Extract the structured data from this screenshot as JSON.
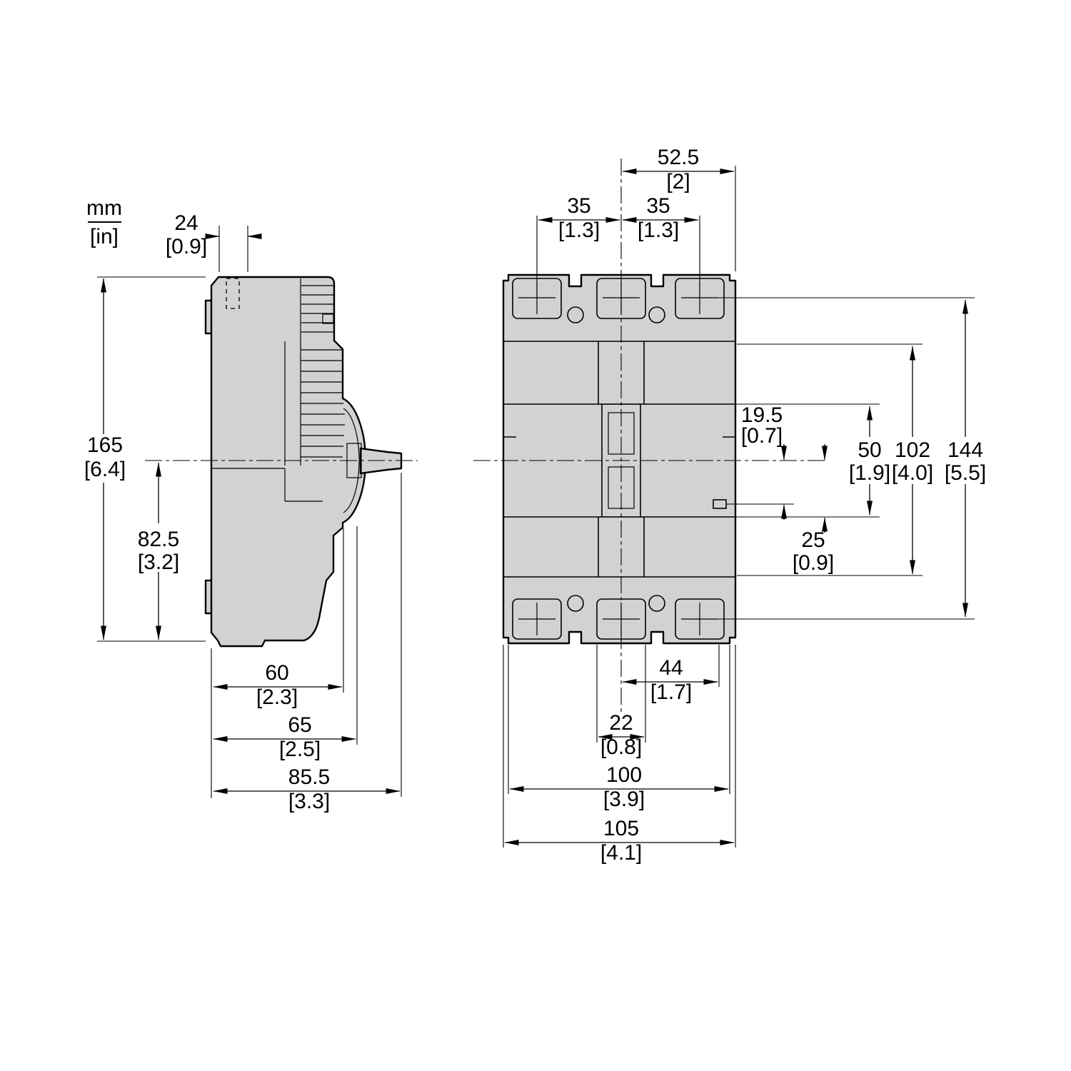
{
  "units": {
    "metric": "mm",
    "imperial": "[in]"
  },
  "colors": {
    "body_fill": "#d2d2d2",
    "line": "#000000",
    "background": "#ffffff"
  },
  "side_view": {
    "top_width": {
      "mm": "24",
      "in": "[0.9]"
    },
    "overall_height": {
      "mm": "165",
      "in": "[6.4]"
    },
    "lower_height": {
      "mm": "82.5",
      "in": "[3.2]"
    },
    "base_depth": {
      "mm": "60",
      "in": "[2.3]"
    },
    "mid_depth": {
      "mm": "65",
      "in": "[2.5]"
    },
    "overall_depth": {
      "mm": "85.5",
      "in": "[3.3]"
    }
  },
  "front_view": {
    "center_to_edge": {
      "mm": "52.5",
      "in": "[2]"
    },
    "pole_pitch_left": {
      "mm": "35",
      "in": "[1.3]"
    },
    "pole_pitch_right": {
      "mm": "35",
      "in": "[1.3]"
    },
    "center_to_accessory": {
      "mm": "19.5",
      "in": "[0.7]"
    },
    "window_height": {
      "mm": "50",
      "in": "[1.9]"
    },
    "fixing_height": {
      "mm": "102",
      "in": "[4.0]"
    },
    "terminal_span": {
      "mm": "144",
      "in": "[5.5]"
    },
    "center_to_window_bottom": {
      "mm": "25",
      "in": "[0.9]"
    },
    "center_to_terminal_edge": {
      "mm": "44",
      "in": "[1.7]"
    },
    "pad_width": {
      "mm": "22",
      "in": "[0.8]"
    },
    "fixing_width": {
      "mm": "100",
      "in": "[3.9]"
    },
    "overall_width": {
      "mm": "105",
      "in": "[4.1]"
    }
  }
}
